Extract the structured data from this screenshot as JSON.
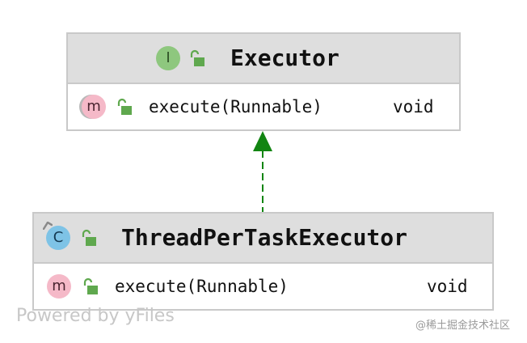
{
  "nodes": {
    "executor": {
      "kind_badge": "I",
      "name": "Executor",
      "members": [
        {
          "badge": "m",
          "signature": "execute(Runnable)",
          "return_type": "void"
        }
      ]
    },
    "thread_per_task_executor": {
      "kind_badge": "C",
      "name": "ThreadPerTaskExecutor",
      "members": [
        {
          "badge": "m",
          "signature": "execute(Runnable)",
          "return_type": "void"
        }
      ]
    }
  },
  "edges": [
    {
      "from": "ThreadPerTaskExecutor",
      "to": "Executor",
      "style": "dashed",
      "arrow": "filled-triangle",
      "color": "#128512"
    }
  ],
  "colors": {
    "header_bg": "#dedede",
    "border": "#c9c9c9",
    "interface_badge": "#8ec77e",
    "class_badge": "#7ec3e6",
    "method_badge": "#f5b9c8",
    "visibility_lock": "#5fa84e",
    "edge": "#128512"
  },
  "icons": {
    "visibility": "unlocked-padlock-icon",
    "interface": "interface-badge-icon",
    "class": "class-badge-icon",
    "method": "method-badge-icon"
  },
  "watermark": "Powered by yFiles",
  "credit": "@稀土掘金技术社区"
}
